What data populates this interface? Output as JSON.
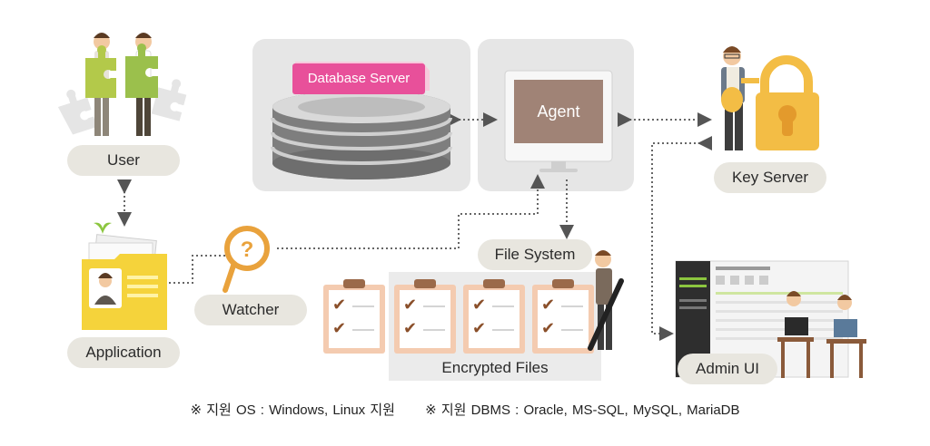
{
  "nodes": {
    "user": "User",
    "application": "Application",
    "watcher": "Watcher",
    "database_server": "Database Server",
    "agent": "Agent",
    "file_system": "File System",
    "encrypted_files": "Encrypted Files",
    "key_server": "Key Server",
    "admin_ui": "Admin UI"
  },
  "icons": {
    "watcher": "magnifier-question-icon",
    "key_server": "padlock-icon",
    "application": "folder-id-card-icon",
    "user": "people-puzzle-icon",
    "database": "disk-stack-icon",
    "agent": "monitor-icon",
    "files": "checklist-clipboard-icon",
    "admin": "admin-console-icon"
  },
  "footer": {
    "os_support": "※ 지원 OS : Windows, Linux 지원",
    "dbms_support": "※ 지원 DBMS : Oracle, MS-SQL, MySQL, MariaDB"
  },
  "colors": {
    "pill_bg": "#e8e6df",
    "panel_bg": "#e6e6e6",
    "db_label": "#e8509a",
    "agent_screen": "#a08376",
    "lock": "#f3bd45",
    "magnifier": "#e9a23c",
    "clipboard": "#f4cbb0",
    "check": "#8a4f2a"
  }
}
